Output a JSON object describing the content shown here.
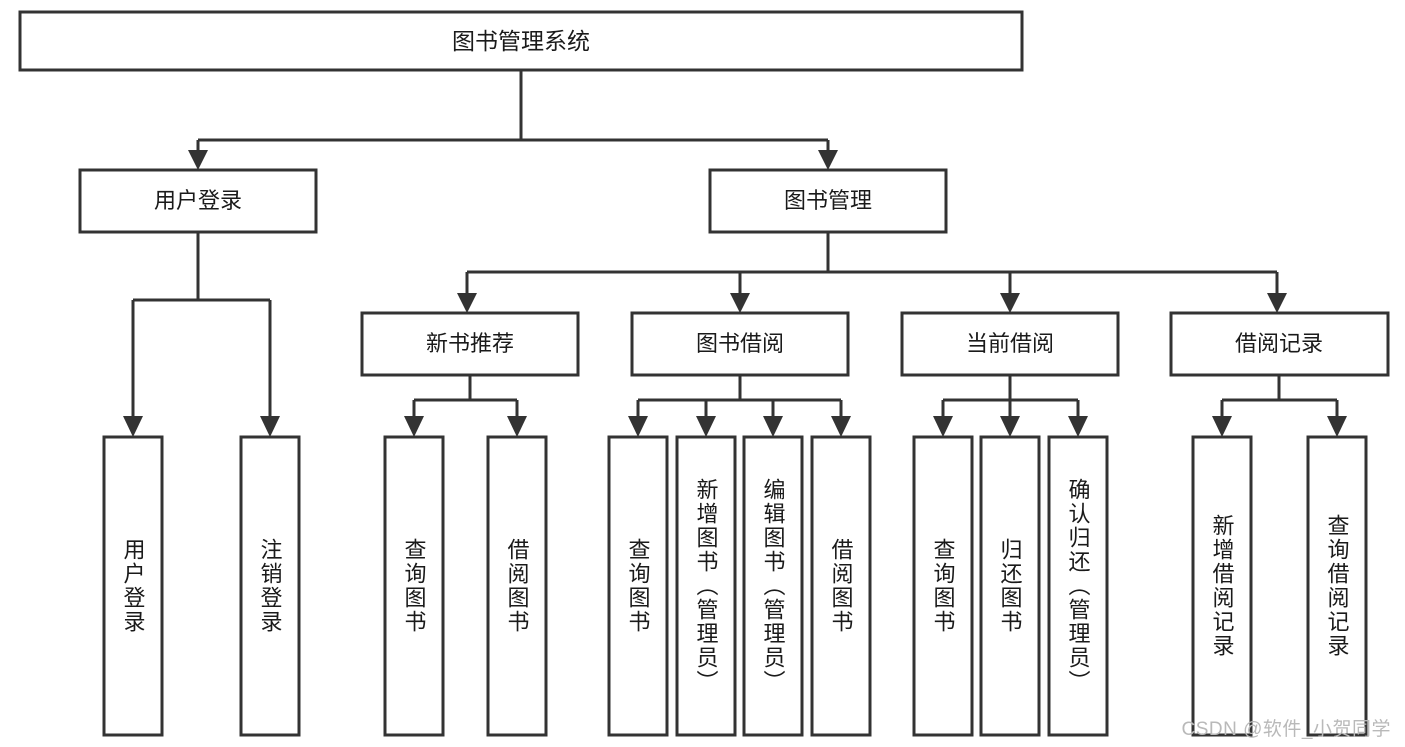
{
  "diagram": {
    "title": "图书管理系统",
    "watermark": "CSDN @软件_小贺同学",
    "colors": {
      "stroke": "#333333",
      "box_fill": "#ffffff",
      "text": "#1a1a1a",
      "background": "#ffffff",
      "watermark": "#b9b9b9"
    },
    "root": {
      "label": "图书管理系统"
    },
    "level1": [
      {
        "label": "用户登录"
      },
      {
        "label": "图书管理"
      }
    ],
    "level2": [
      {
        "label": "新书推荐"
      },
      {
        "label": "图书借阅"
      },
      {
        "label": "当前借阅"
      },
      {
        "label": "借阅记录"
      }
    ],
    "leaves": {
      "user_login": [
        {
          "label": "用户登录"
        },
        {
          "label": "注销登录"
        }
      ],
      "new_book_recommend": [
        {
          "label": "查询图书"
        },
        {
          "label": "借阅图书"
        }
      ],
      "book_borrow": [
        {
          "label": "查询图书"
        },
        {
          "label": "新增图书（管理员）"
        },
        {
          "label": "编辑图书（管理员）"
        },
        {
          "label": "借阅图书"
        }
      ],
      "current_borrow": [
        {
          "label": "查询图书"
        },
        {
          "label": "归还图书"
        },
        {
          "label": "确认归还（管理员）"
        }
      ],
      "borrow_record": [
        {
          "label": "新增借阅记录"
        },
        {
          "label": "查询借阅记录"
        }
      ]
    }
  }
}
